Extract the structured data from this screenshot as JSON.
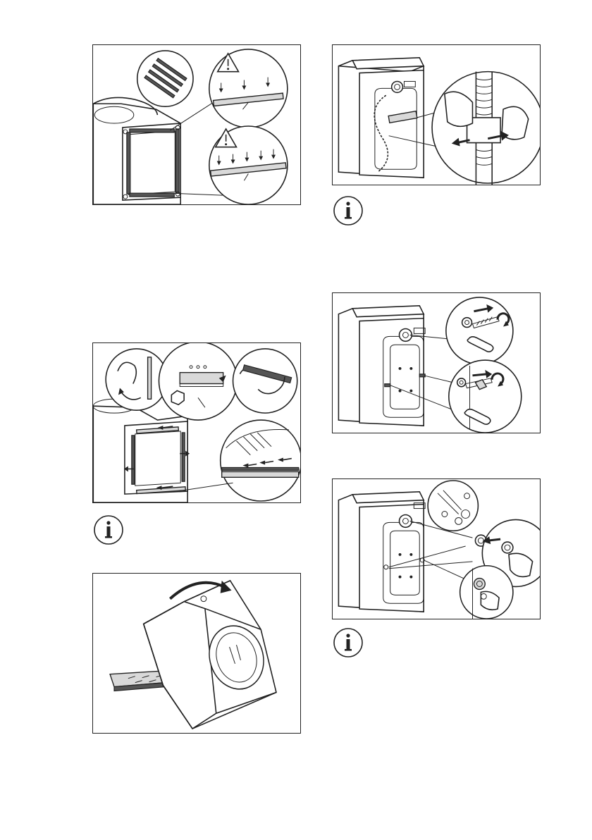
{
  "figures": [
    {
      "id": "fig-transit-strips",
      "icon": "transit-strips-illustration"
    },
    {
      "id": "fig-fit-strips",
      "icon": "strip-fitting-illustration"
    },
    {
      "id": "fig-tilt-machine",
      "icon": "machine-tilt-illustration"
    },
    {
      "id": "fig-hose-clamp",
      "icon": "hose-clamp-illustration"
    },
    {
      "id": "fig-remove-bolts",
      "icon": "transit-bolt-removal-illustration"
    },
    {
      "id": "fig-fit-caps",
      "icon": "plastic-caps-illustration"
    }
  ],
  "info_icons": [
    {
      "id": "info-1",
      "glyph": "i"
    },
    {
      "id": "info-2",
      "glyph": "i"
    },
    {
      "id": "info-3",
      "glyph": "i"
    }
  ],
  "colors": {
    "line": "#222222",
    "shade": "#d9d9d9",
    "background": "#ffffff"
  }
}
